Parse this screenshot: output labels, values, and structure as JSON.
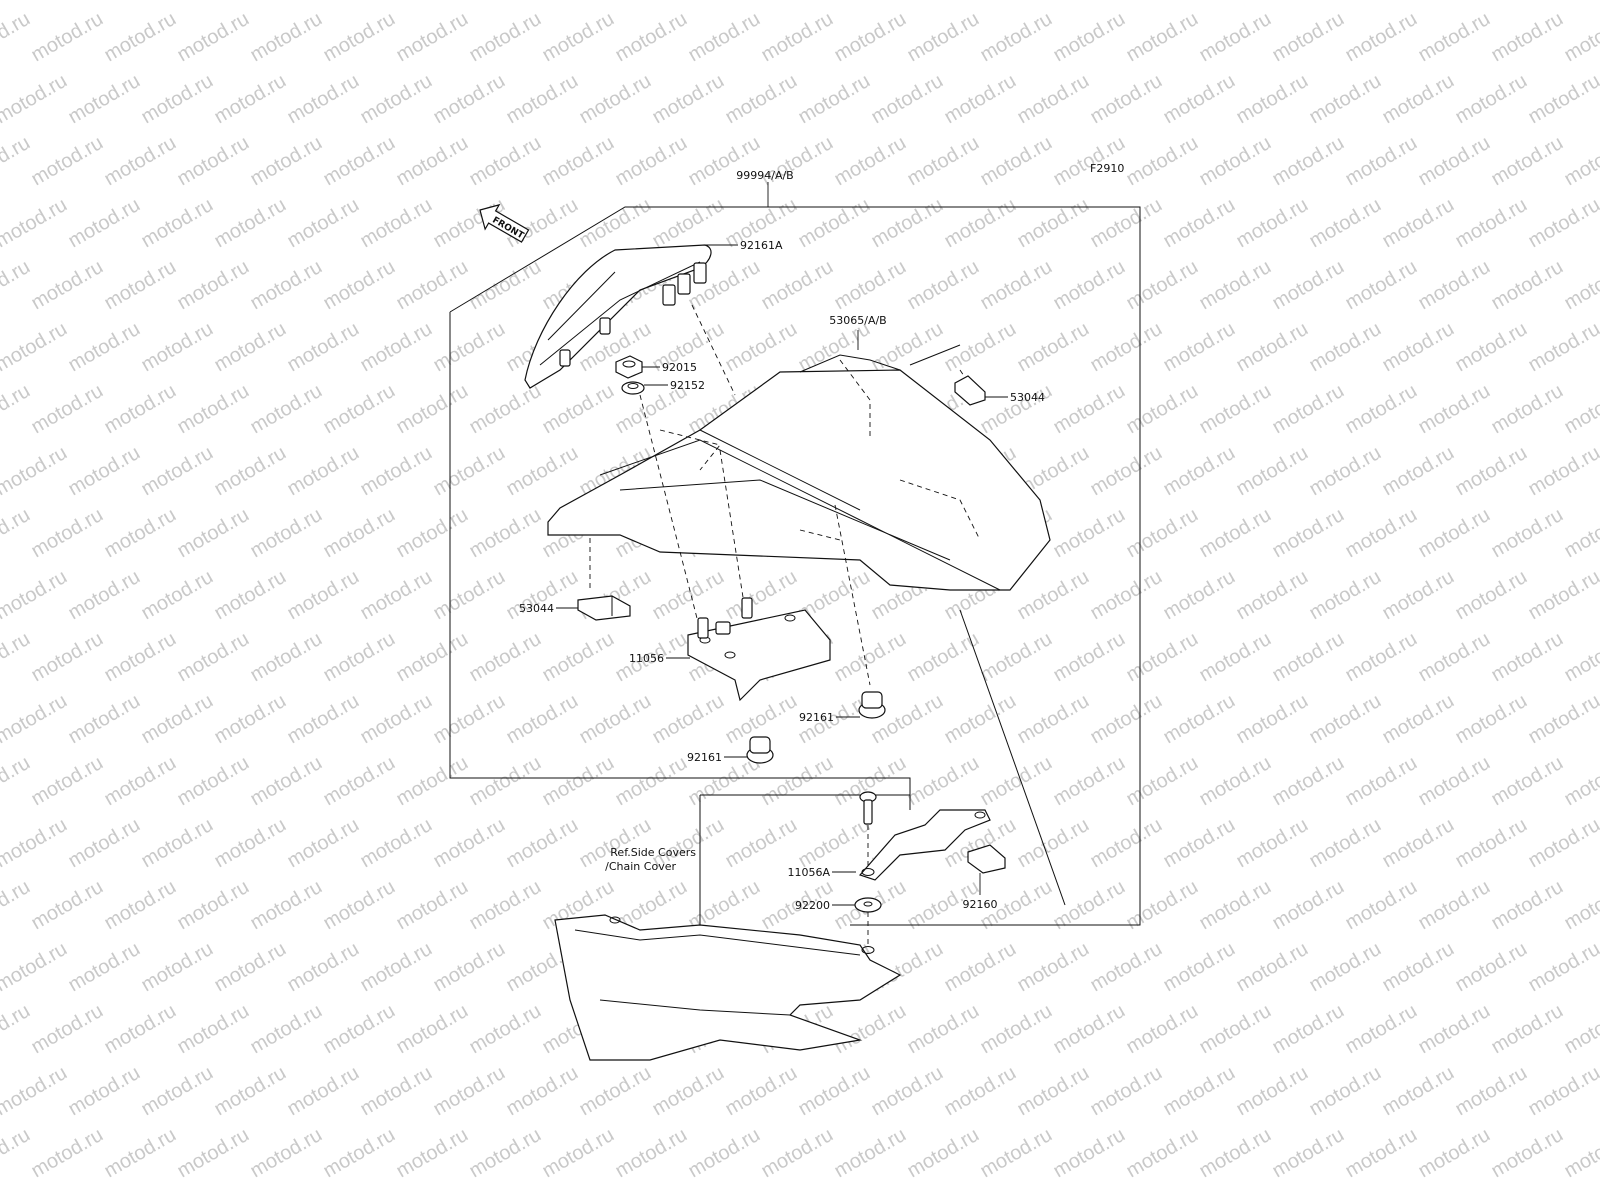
{
  "watermark": {
    "text": "motod.ru",
    "color": "#c9c9c9"
  },
  "figure_code": "F2910",
  "front_arrow": "FRONT",
  "assembly_label": "99994/A/B",
  "parts": {
    "p92161A": "92161A",
    "p92015": "92015",
    "p92152": "92152",
    "p53065": "53065/A/B",
    "p53044_right": "53044",
    "p53044_left": "53044",
    "p11056": "11056",
    "p92161_right": "92161",
    "p92161_left": "92161",
    "p11056A": "11056A",
    "p92200": "92200",
    "p92160": "92160"
  },
  "reference": {
    "line1": "Ref.Side Covers",
    "line2": "/Chain Cover"
  }
}
